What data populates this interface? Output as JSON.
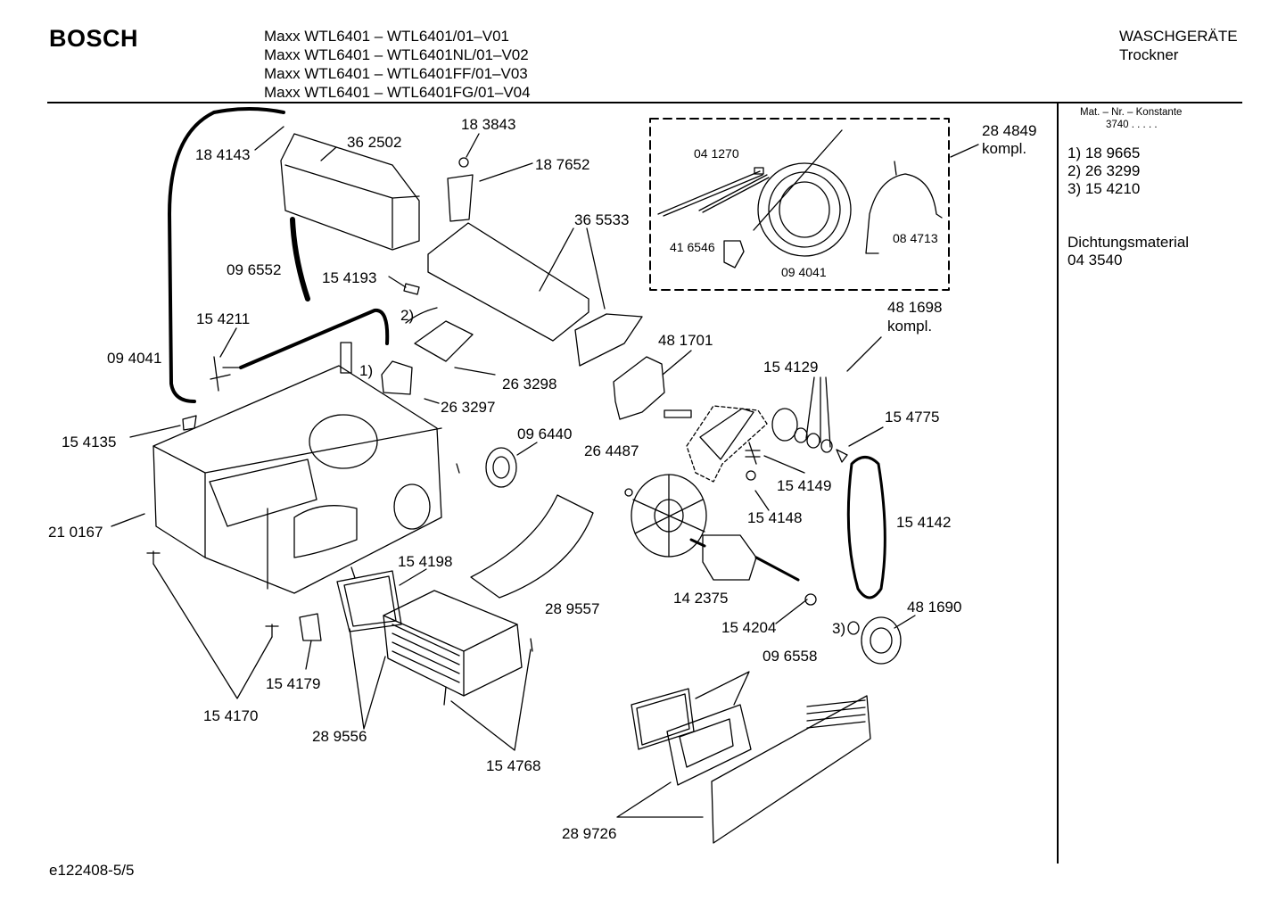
{
  "header": {
    "brand": "BOSCH",
    "models": [
      "Maxx WTL6401 –  WTL6401/01–V01",
      "Maxx WTL6401 – WTL6401NL/01–V02",
      "Maxx WTL6401 – WTL6401FF/01–V03",
      "Maxx WTL6401 – WTL6401FG/01–V04"
    ],
    "category_line1": "WASCHGERÄTE",
    "category_line2": "Trockner"
  },
  "sidebar": {
    "heading": "Mat. – Nr. – Konstante",
    "constant": "3740 . . . . .",
    "items": [
      "1) 18 9665",
      "2) 26 3299",
      "3) 15 4210"
    ],
    "note_line1": "Dichtungsmaterial",
    "note_line2": "04 3540"
  },
  "parts": {
    "p184143": "18 4143",
    "p362502": "36 2502",
    "p183843": "18 3843",
    "p187652": "18 7652",
    "p365533": "36 5533",
    "p096552": "09 6552",
    "p154193": "15 4193",
    "p154211": "15 4211",
    "note2": "2)",
    "note1": "1)",
    "p094041": "09 4041",
    "p263298": "26 3298",
    "p263297": "26 3297",
    "p154135": "15 4135",
    "p096440": "09 6440",
    "p264487": "26 4487",
    "p210167": "21 0167",
    "p154198": "15 4198",
    "p289557": "28 9557",
    "p154179": "15 4179",
    "p154170": "15 4170",
    "p289556": "28 9556",
    "p154768": "15 4768",
    "p284849": "28 4849",
    "kompl1": "kompl.",
    "p041270": "04 1270",
    "p416546": "41 6546",
    "p094041b": "09 4041",
    "p084713": "08 4713",
    "p481698": "48 1698",
    "kompl2": "kompl.",
    "p481701": "48 1701",
    "p154129": "15 4129",
    "p154775": "15 4775",
    "p154149": "15 4149",
    "p154148": "15 4148",
    "p154142": "15 4142",
    "p142375": "14 2375",
    "p154204": "15 4204",
    "p481690": "48 1690",
    "note3": "3)",
    "p096558": "09 6558",
    "p289726": "28 9726"
  },
  "footer": {
    "code": "e122408-5/5"
  }
}
